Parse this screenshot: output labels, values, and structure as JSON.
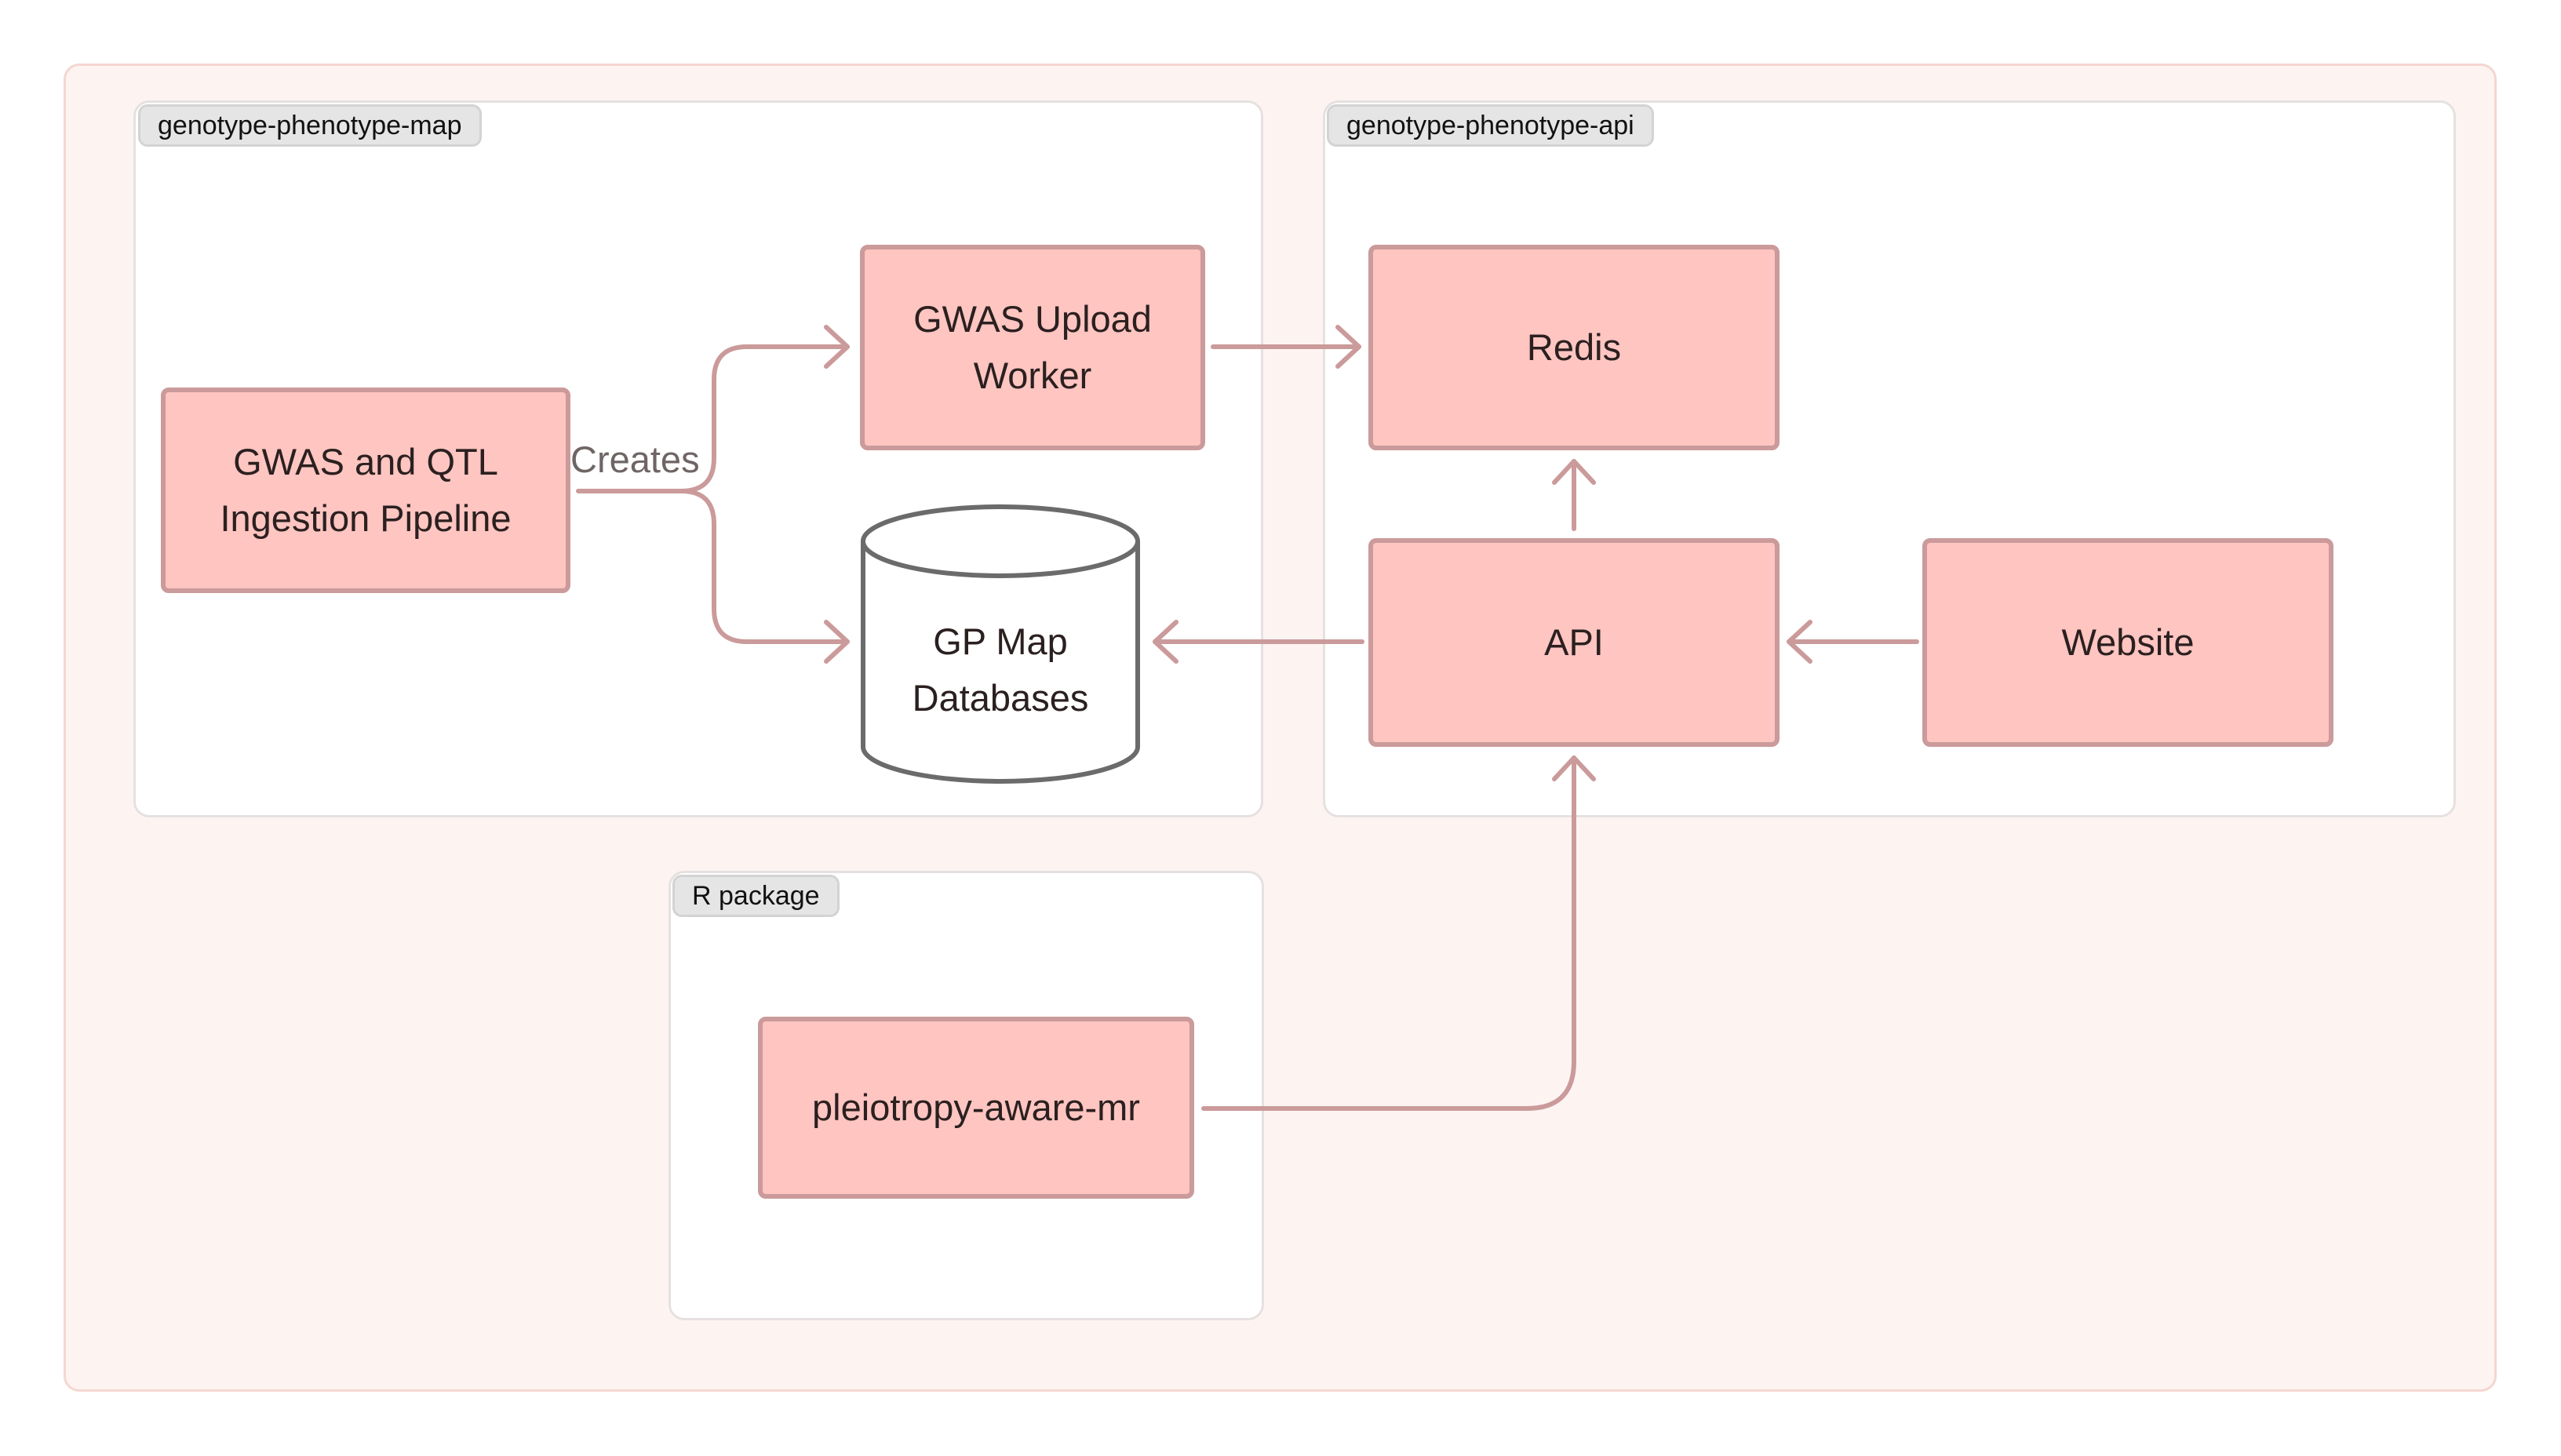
{
  "groups": {
    "map": {
      "label": "genotype-phenotype-map"
    },
    "api": {
      "label": "genotype-phenotype-api"
    },
    "rpkg": {
      "label": "R package"
    }
  },
  "nodes": {
    "pipeline": {
      "line1": "GWAS and QTL",
      "line2": "Ingestion Pipeline"
    },
    "upload_worker": {
      "line1": "GWAS Upload",
      "line2": "Worker"
    },
    "databases": {
      "line1": "GP Map",
      "line2": "Databases"
    },
    "redis": {
      "label": "Redis"
    },
    "api": {
      "label": "API"
    },
    "website": {
      "label": "Website"
    },
    "mr": {
      "label": "pleiotropy-aware-mr"
    }
  },
  "edges": {
    "creates_label": "Creates",
    "list": [
      "pipeline->upload_worker",
      "pipeline->databases",
      "upload_worker->redis",
      "api->redis",
      "api->databases",
      "website->api",
      "mr->api"
    ]
  },
  "colors": {
    "node_fill": "#fec5c1",
    "node_border": "#cb9a9a",
    "edge": "#cb9a9a",
    "outer_frame_fill": "#fdf4f2",
    "database_stroke": "#6b6b6b"
  }
}
